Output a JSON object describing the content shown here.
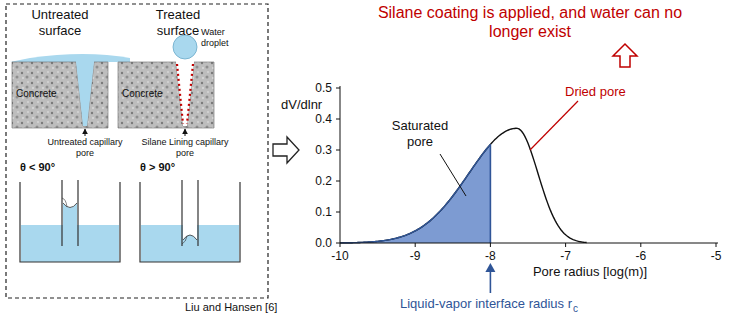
{
  "diagram": {
    "labels": [
      "Untreated surface",
      "Treated surface",
      "Water droplet",
      "Concrete",
      "Concrete",
      "Untreated capillary pore",
      "Silane Lining capillary pore",
      "θ < 90°",
      "θ > 90°",
      "Liu and Hansen [6]",
      "Silane coating is applied, and water can no longer exist",
      "0.5",
      "0.4",
      "0.3",
      "0.2",
      "0.1",
      "0.0",
      "dV/dlnr",
      "-10",
      "-9",
      "-8",
      "-7",
      "-6",
      "-5",
      "Pore radius [log(m)]",
      "Saturated pore",
      "Dried pore",
      "Liquid-vapor interface radius r",
      "c"
    ]
  }
}
